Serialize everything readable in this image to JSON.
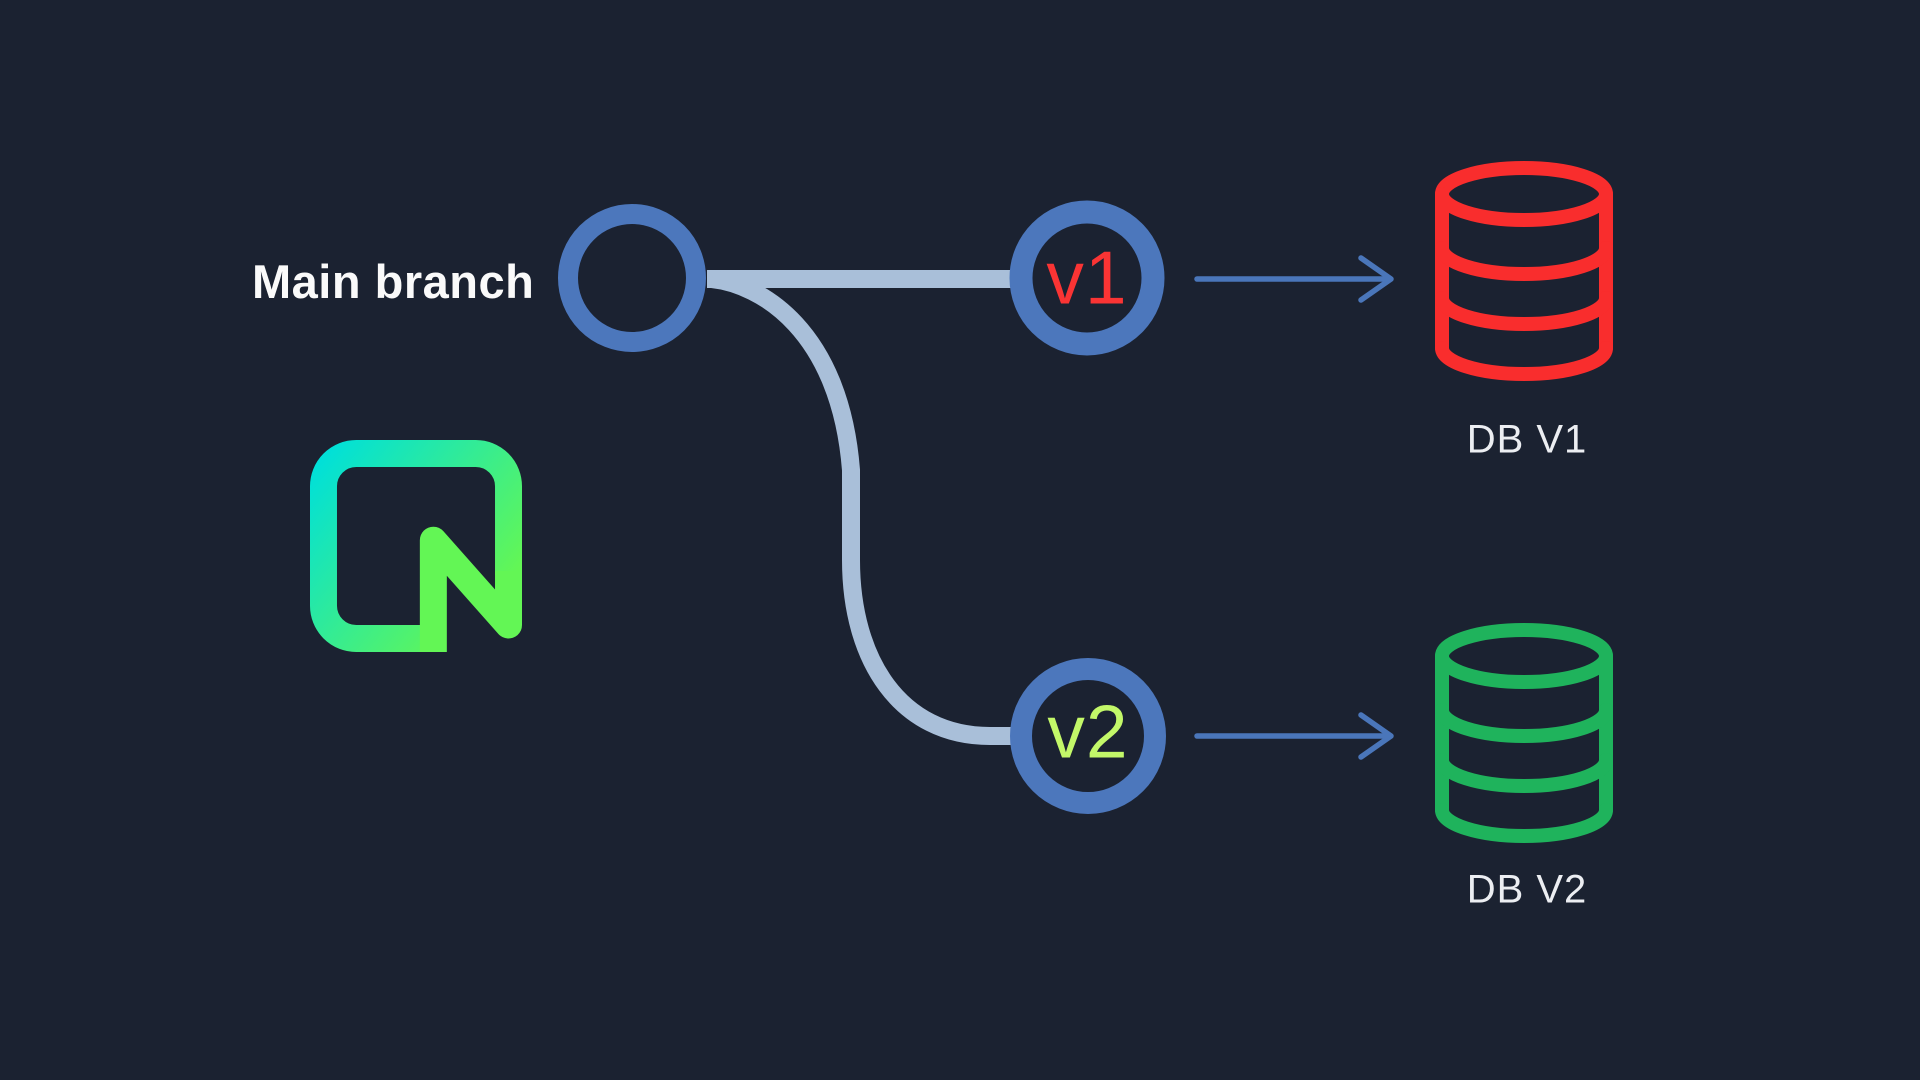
{
  "page": {
    "title": "Database branching diagram",
    "background": "#1B2231"
  },
  "colors": {
    "background": "#1B2231",
    "node_stroke": "#4C77BC",
    "branch_line": "#A9BFD9",
    "arrow": "#4A76BA",
    "v1_text": "#FA3434",
    "v2_text": "#C3F869",
    "db_v1": "#F92D2D",
    "db_v2": "#1FB35C",
    "label_text": "#ECEEF2",
    "main_label_text": "#FAFAFA",
    "logo_gradient_start": "#00E0D9",
    "logo_gradient_end": "#63F655"
  },
  "diagram": {
    "main_branch": {
      "label": "Main branch"
    },
    "nodes": [
      {
        "id": "v1",
        "label": "v1",
        "color": "#FA3434"
      },
      {
        "id": "v2",
        "label": "v2",
        "color": "#C3F869"
      }
    ],
    "databases": [
      {
        "id": "db-v1",
        "label": "DB V1",
        "color": "#F92D2D"
      },
      {
        "id": "db-v2",
        "label": "DB V2",
        "color": "#1FB35C"
      }
    ],
    "logo": {
      "name": "neon-logo"
    }
  }
}
